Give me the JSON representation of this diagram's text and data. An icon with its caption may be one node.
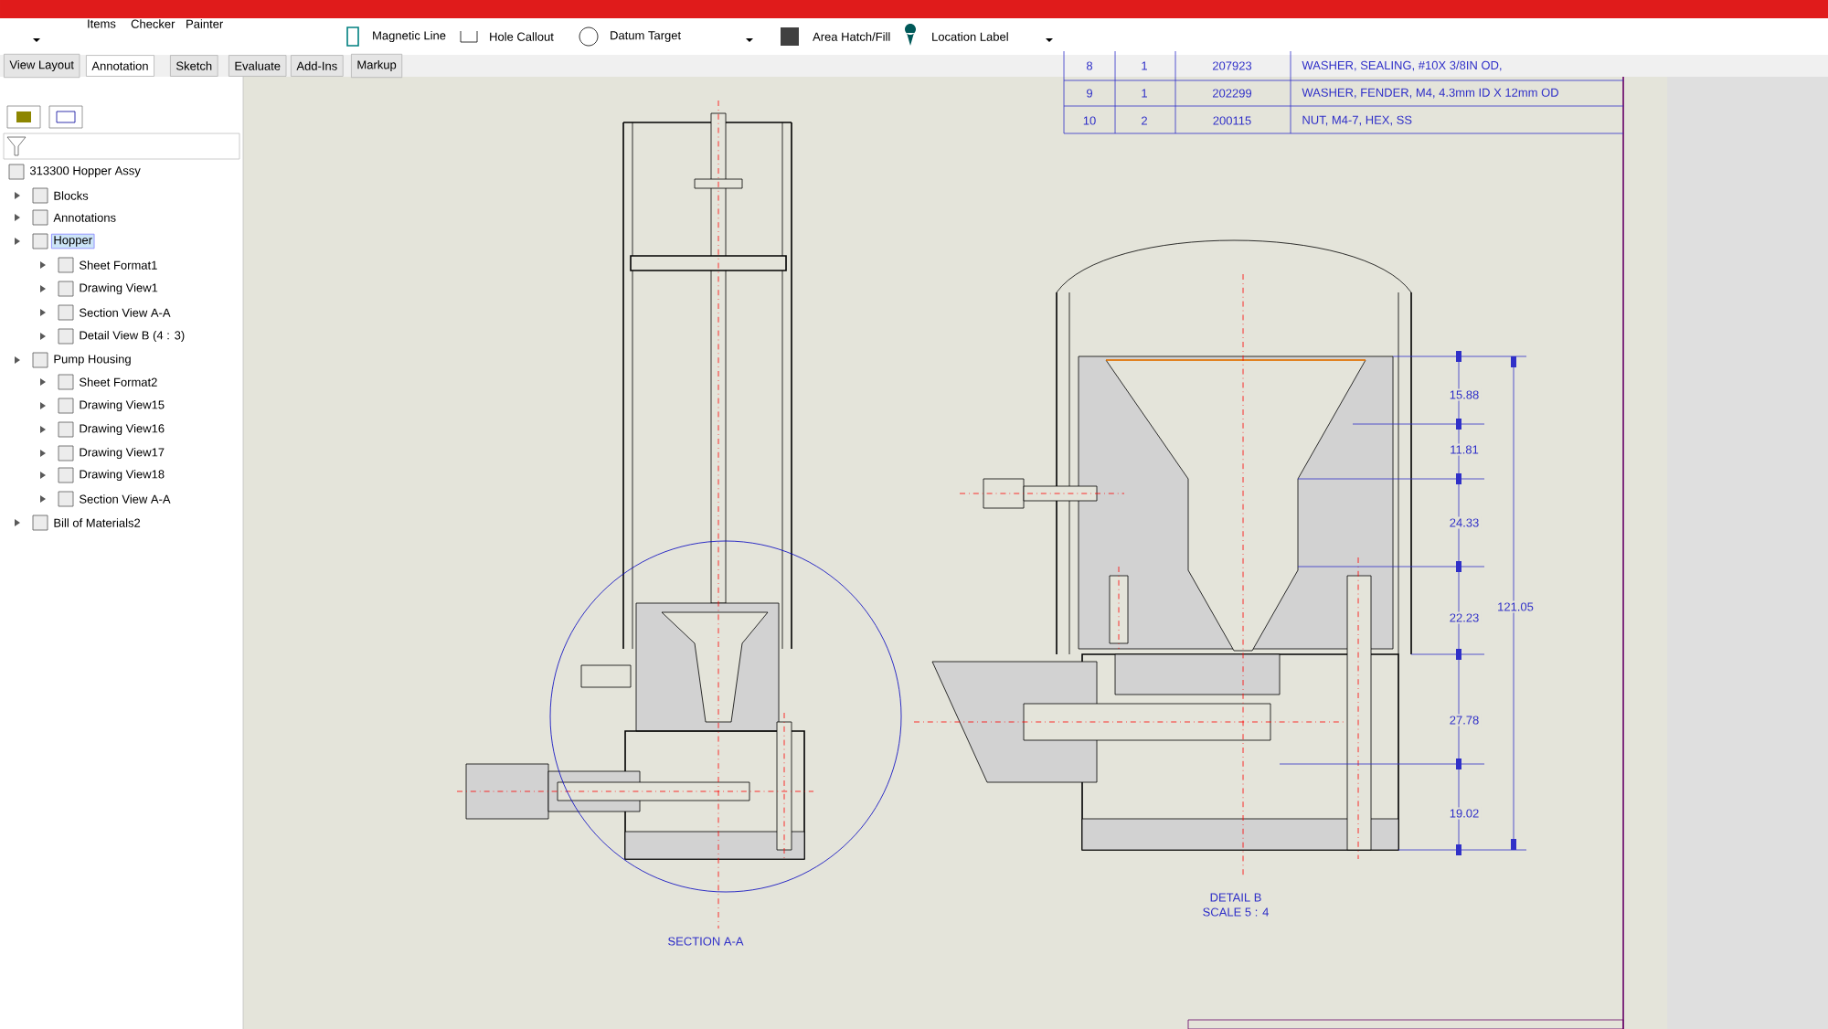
{
  "diagram": {
    "labels": [
      "Items",
      "Checker",
      "Painter",
      "Magnetic Line",
      "Hole Callout",
      "Datum Target",
      "Area Hatch/Fill",
      "Location Label",
      "View Layout",
      "Annotation",
      "Sketch",
      "Evaluate",
      "Add-Ins",
      "Markup",
      "8",
      "1",
      "207923",
      "WASHER, SEALING, #10X 3/8IN OD,",
      "9",
      "1",
      "202299",
      "WASHER, FENDER, M4, 4.3mm ID X 12mm OD",
      "10",
      "2",
      "200115",
      "NUT, M4-7, HEX, SS",
      "313300 Hopper Assy",
      "Blocks",
      "Annotations",
      "Hopper",
      "Sheet Format1",
      "Drawing View1",
      "Section View A-A",
      "Detail View B (4 : 3)",
      "Pump Housing",
      "Sheet Format2",
      "Drawing View15",
      "Drawing View16",
      "Drawing View17",
      "Drawing View18",
      "Section View A-A",
      "Bill of Materials2",
      "15.88",
      "11.81",
      "24.33",
      "22.23",
      "27.78",
      "19.02",
      "121.05",
      "SECTION A-A",
      "DETAIL B",
      "SCALE 5 : 4"
    ]
  }
}
